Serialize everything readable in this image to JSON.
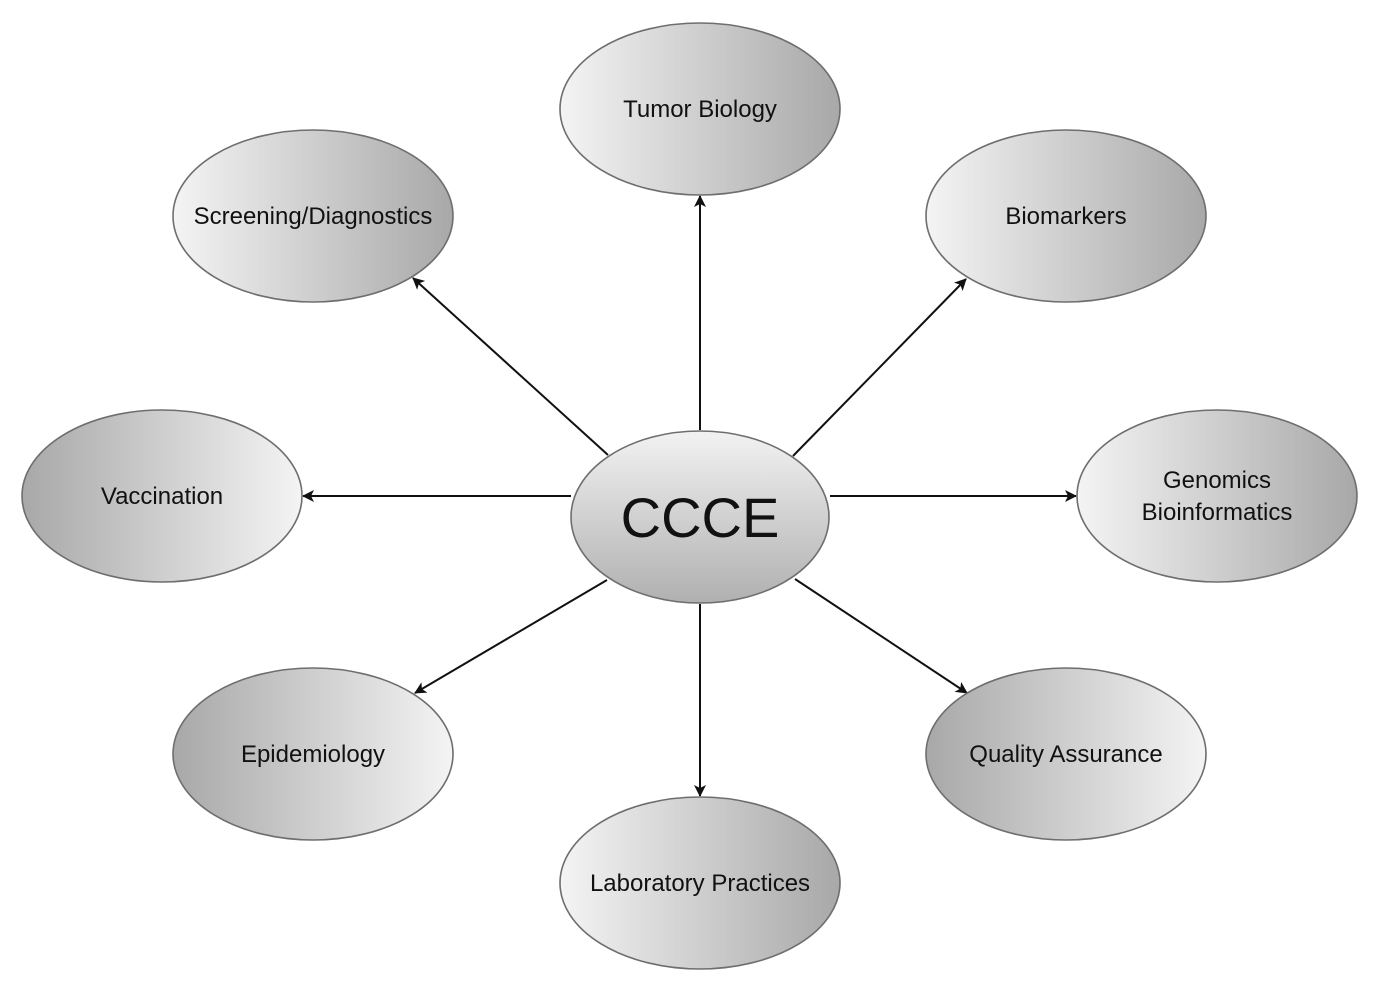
{
  "center": {
    "label": "CCCE"
  },
  "nodes": [
    {
      "id": "tumor-biology",
      "lines": [
        "Tumor Biology"
      ]
    },
    {
      "id": "biomarkers",
      "lines": [
        "Biomarkers"
      ]
    },
    {
      "id": "genomics-bioinformatics",
      "lines": [
        "Genomics",
        "Bioinformatics"
      ]
    },
    {
      "id": "quality-assurance",
      "lines": [
        "Quality Assurance"
      ]
    },
    {
      "id": "laboratory-practices",
      "lines": [
        "Laboratory Practices"
      ]
    },
    {
      "id": "epidemiology",
      "lines": [
        "Epidemiology"
      ]
    },
    {
      "id": "vaccination",
      "lines": [
        "Vaccination"
      ]
    },
    {
      "id": "screening-diagnostics",
      "lines": [
        "Screening/Diagnostics"
      ]
    }
  ],
  "colors": {
    "fill_light": "#f4f4f4",
    "fill_dark": "#a8a8a8",
    "stroke": "#6e6e6e",
    "arrow": "#111111"
  }
}
